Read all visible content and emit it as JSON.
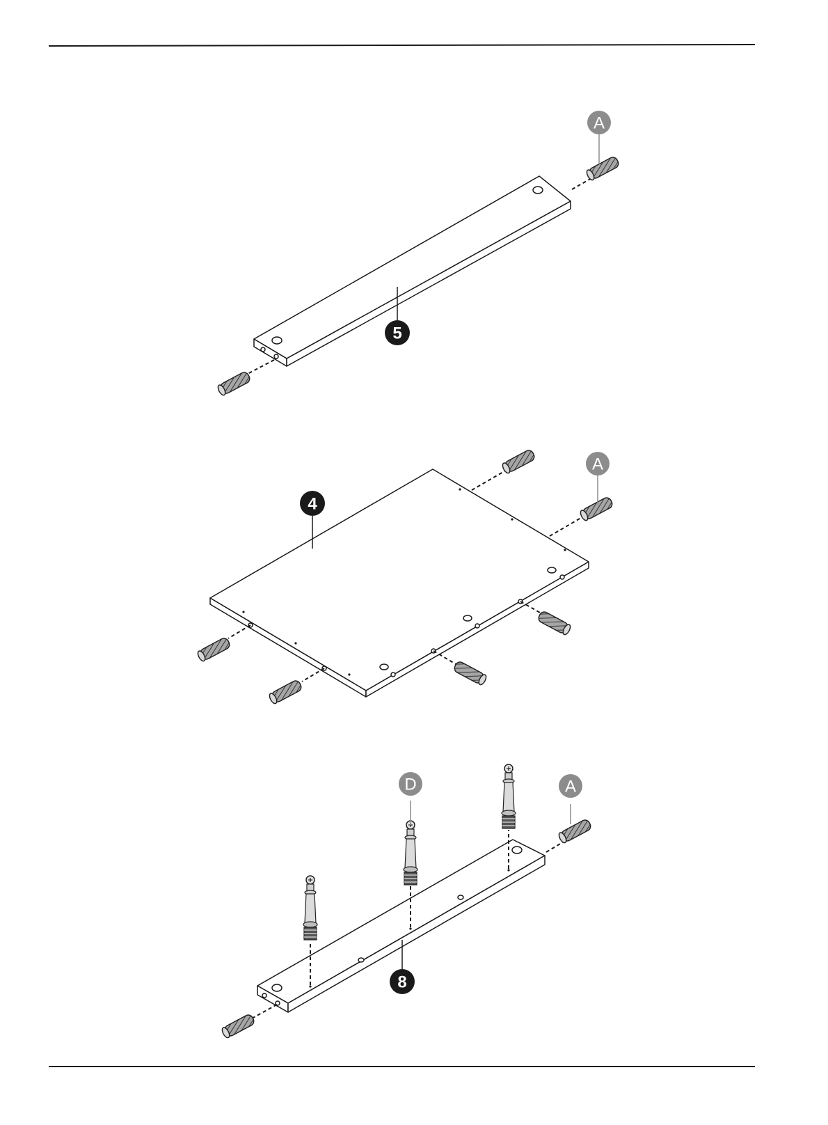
{
  "page": {
    "background": "#ffffff",
    "line_color": "#1a1a1a"
  },
  "callouts": {
    "part_5": "5",
    "part_4": "4",
    "part_8": "8",
    "hardware_a_top": "A",
    "hardware_a_middle": "A",
    "hardware_a_bottom": "A",
    "hardware_d": "D"
  },
  "colors": {
    "part_badge": "#1a1a1a",
    "hardware_badge": "#8c8c8c",
    "dowel_fill": "#9a9a9a"
  },
  "icons": {
    "dowel": "wooden-dowel-icon",
    "cam_bolt": "cam-bolt-icon"
  }
}
